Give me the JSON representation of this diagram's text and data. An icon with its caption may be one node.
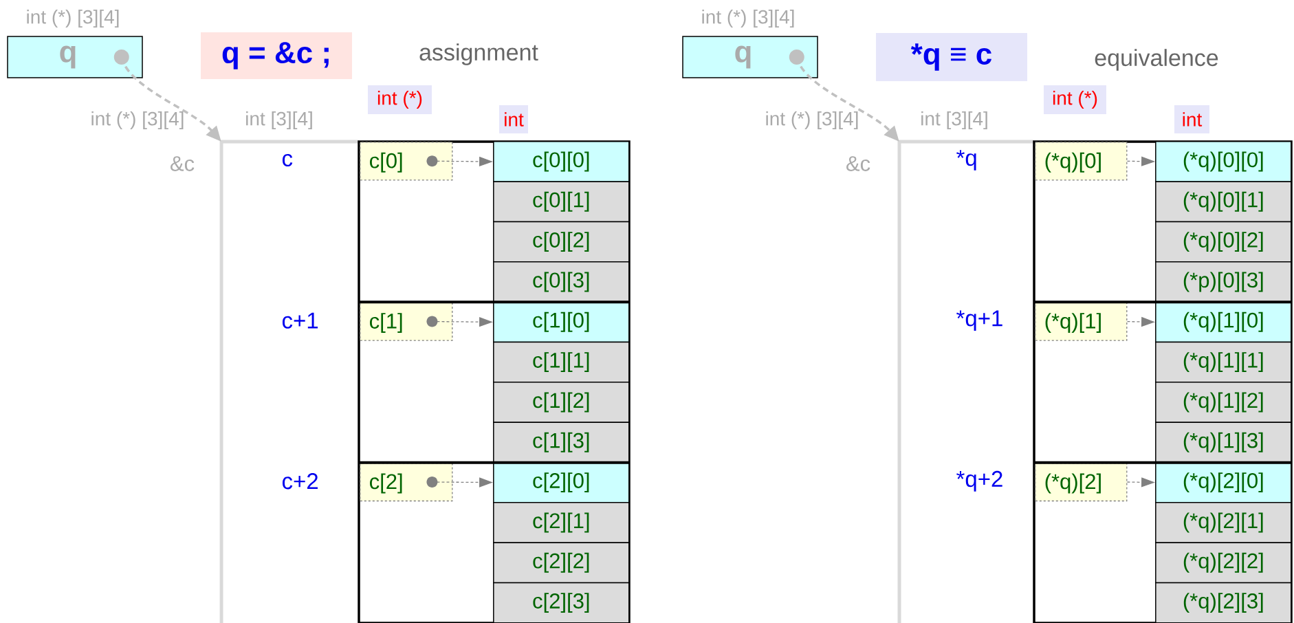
{
  "diagram": {
    "nodes": [
      {
        "text": [
          "q"
        ],
        "beside": [
          "int (*) [3][4]"
        ]
      },
      {
        "text": [
          "q = &c ;"
        ]
      },
      {
        "text": [
          "int (*)"
        ]
      },
      {
        "text": [
          "int"
        ]
      },
      {
        "text": [
          "int [3][4]"
        ],
        "beside": [
          "int (*) [3][4]",
          "&c"
        ]
      },
      {
        "text": [
          "c[0]"
        ],
        "in": 4
      },
      {
        "text": [
          "c[1]"
        ],
        "in": 4
      },
      {
        "text": [
          "c[2]"
        ],
        "in": 4
      },
      {
        "text": [
          "c[0][0]"
        ],
        "in": 4
      },
      {
        "text": [
          "c[0][1]"
        ],
        "in": 4
      },
      {
        "text": [
          "c[0][2]"
        ],
        "in": 4
      },
      {
        "text": [
          "c[0][3]"
        ],
        "in": 4
      },
      {
        "text": [
          "c[1][0]"
        ],
        "in": 4
      },
      {
        "text": [
          "c[1][1]"
        ],
        "in": 4
      },
      {
        "text": [
          "c[1][2]"
        ],
        "in": 4
      },
      {
        "text": [
          "c[1][3]"
        ],
        "in": 4
      },
      {
        "text": [
          "c[2][0]"
        ],
        "in": 4
      },
      {
        "text": [
          "c[2][1]"
        ],
        "in": 4
      },
      {
        "text": [
          "c[2][2]"
        ],
        "in": 4
      },
      {
        "text": [
          "c[2][3]"
        ],
        "in": 4
      },
      {
        "text": [
          "q"
        ],
        "beside": [
          "int (*) [3][4]"
        ]
      },
      {
        "text": [
          "*q ≡ c"
        ]
      },
      {
        "text": [
          "int (*)"
        ]
      },
      {
        "text": [
          "int"
        ]
      },
      {
        "text": [
          "int [3][4]"
        ],
        "beside": [
          "int (*) [3][4]",
          "&c"
        ]
      },
      {
        "text": [
          "(*q)[0]"
        ],
        "in": 24
      },
      {
        "text": [
          "(*q)[1]"
        ],
        "in": 24
      },
      {
        "text": [
          "(*q)[2]"
        ],
        "in": 24
      },
      {
        "text": [
          "(*q)[0][0]"
        ],
        "in": 24
      },
      {
        "text": [
          "(*q)[0][1]"
        ],
        "in": 24
      },
      {
        "text": [
          "(*q)[0][2]"
        ],
        "in": 24
      },
      {
        "text": [
          "(*p)[0][3]"
        ],
        "in": 24
      },
      {
        "text": [
          "(*q)[1][0]"
        ],
        "in": 24
      },
      {
        "text": [
          "(*q)[1][1]"
        ],
        "in": 24
      },
      {
        "text": [
          "(*q)[1][2]"
        ],
        "in": 24
      },
      {
        "text": [
          "(*q)[1][3]"
        ],
        "in": 24
      },
      {
        "text": [
          "(*q)[2][0]"
        ],
        "in": 24
      },
      {
        "text": [
          "(*q)[2][1]"
        ],
        "in": 24
      },
      {
        "text": [
          "(*q)[2][2]"
        ],
        "in": 24
      },
      {
        "text": [
          "(*q)[2][3]"
        ],
        "in": 24
      }
    ],
    "edges": [
      {
        "from": 0,
        "to": 4,
        "arrow": "to",
        "style": "dashed",
        "color": "#c0c0c0"
      },
      {
        "from": 5,
        "to": 8,
        "arrow": "to",
        "style": "dashed"
      },
      {
        "from": 6,
        "to": 12,
        "arrow": "to",
        "style": "dashed"
      },
      {
        "from": 7,
        "to": 16,
        "arrow": "to",
        "style": "dashed"
      },
      {
        "from": 20,
        "to": 24,
        "arrow": "to",
        "style": "dashed",
        "color": "#c0c0c0"
      },
      {
        "from": 25,
        "to": 28,
        "arrow": "to",
        "style": "dashed"
      },
      {
        "from": 26,
        "to": 32,
        "arrow": "to",
        "style": "dashed"
      },
      {
        "from": 27,
        "to": 36,
        "arrow": "to",
        "style": "dashed"
      }
    ],
    "labels": [
      "assignment",
      "c",
      "c+1",
      "c+2",
      "equivalence",
      "*q",
      "*q+1",
      "*q+2"
    ]
  }
}
